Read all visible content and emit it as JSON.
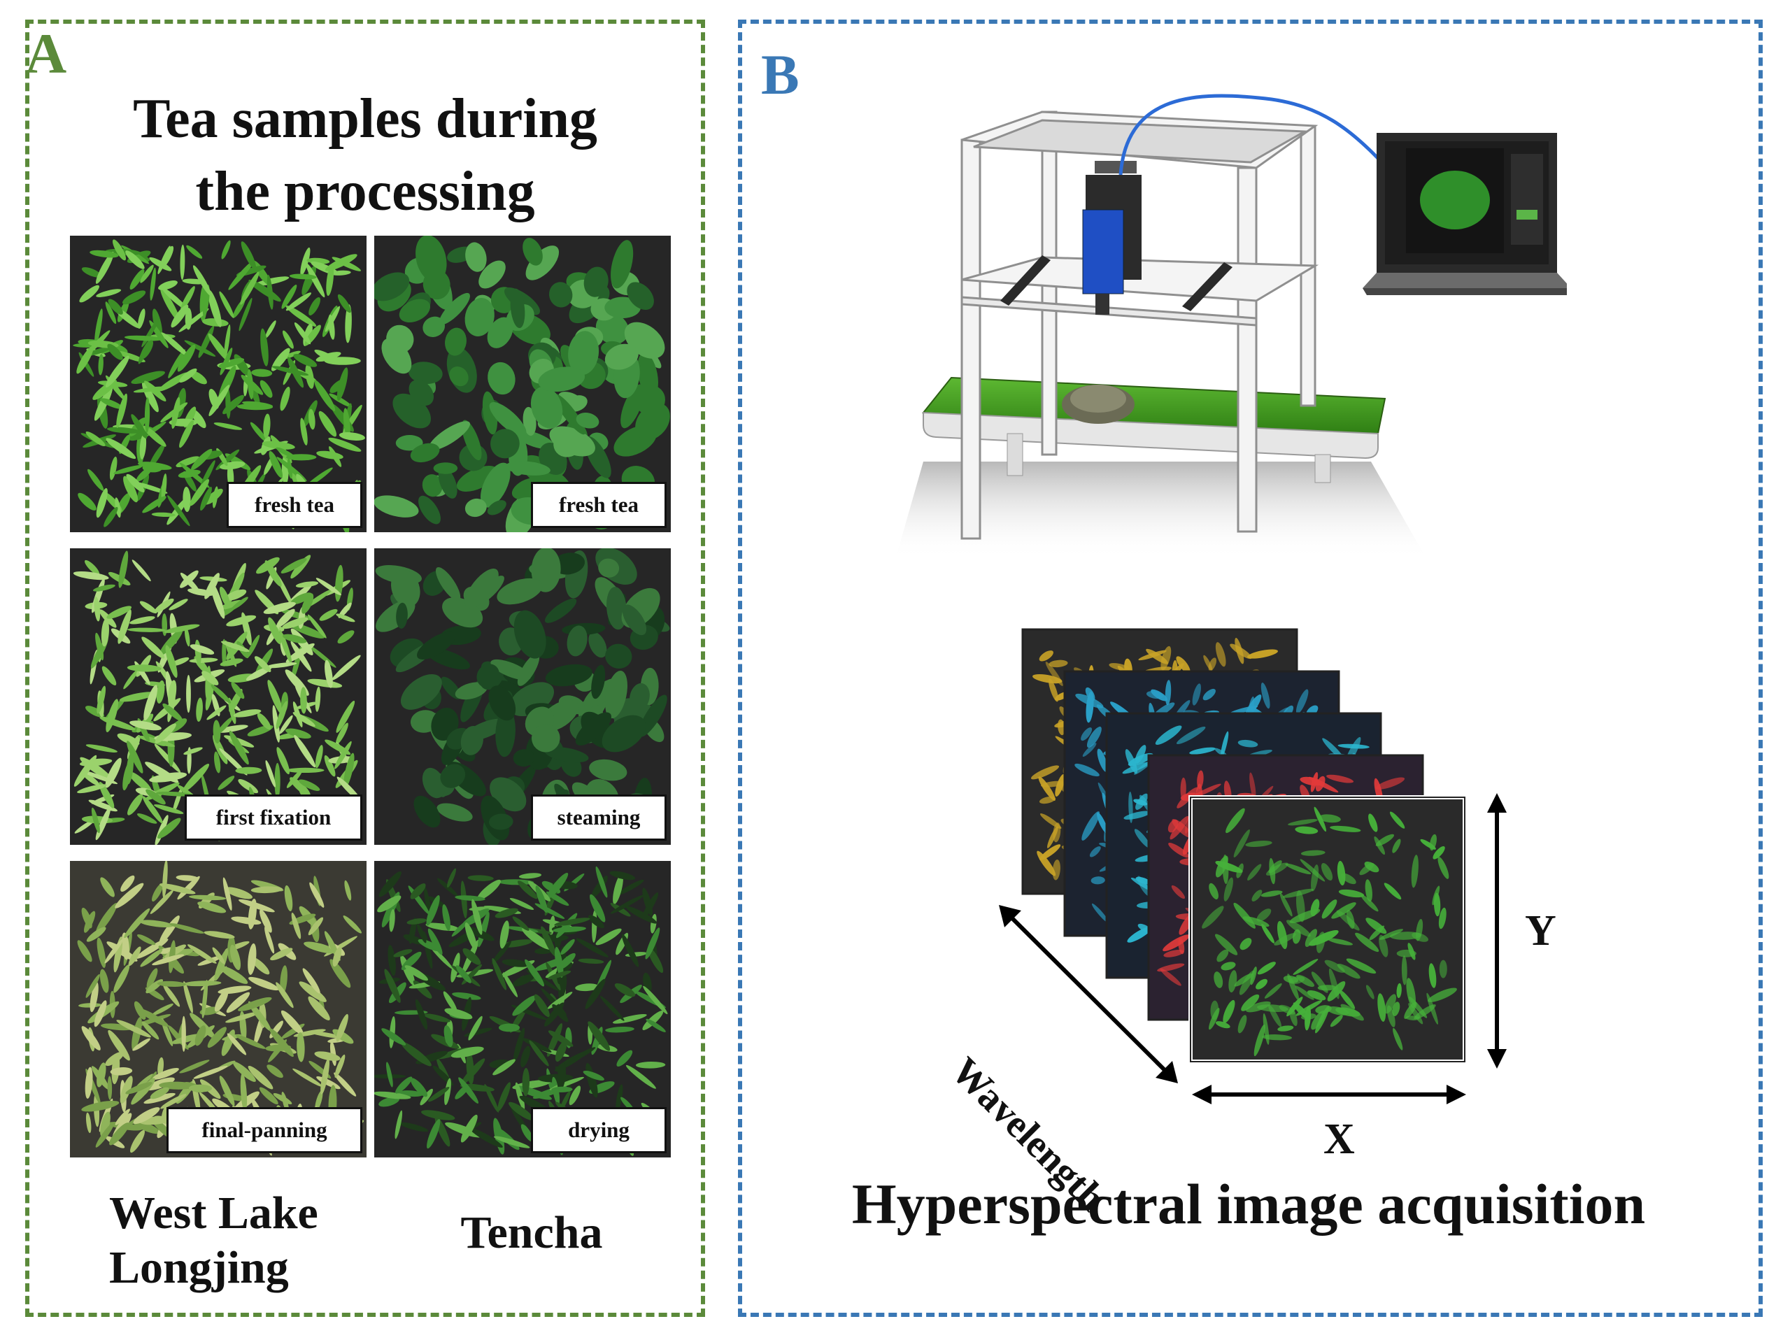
{
  "panel_a": {
    "letter": "A",
    "title_line1": "Tea samples during",
    "title_line2": "the processing",
    "photos": {
      "lj1": "fresh tea",
      "tc1": "fresh tea",
      "lj2": "first fixation",
      "tc2": "steaming",
      "lj3": "final-panning",
      "tc3": "drying"
    },
    "columns": {
      "longjing_line1": "West Lake",
      "longjing_line2": "Longjing",
      "tencha": "Tencha"
    }
  },
  "panel_b": {
    "letter": "B",
    "title": "Hyperspectral image acquisition",
    "axes": {
      "x": "X",
      "y": "Y",
      "wavelength": "Wavelength"
    }
  },
  "colors": {
    "panel_a_border": "#5b8a3a",
    "panel_b_border": "#3a78b5",
    "conveyor_green": "#3f9a1e",
    "camera_blue": "#1f4fc4"
  }
}
